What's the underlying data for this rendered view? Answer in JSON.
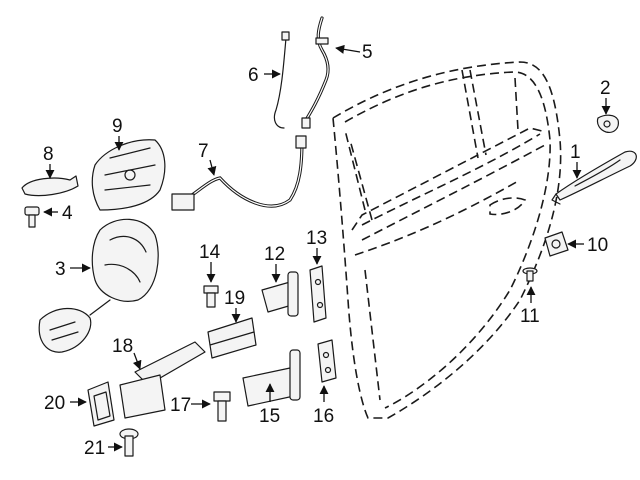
{
  "callouts": [
    "1",
    "2",
    "3",
    "4",
    "5",
    "6",
    "7",
    "8",
    "9",
    "10",
    "11",
    "12",
    "13",
    "14",
    "15",
    "16",
    "17",
    "18",
    "19",
    "20",
    "21"
  ],
  "colors": {
    "line": "#1a1a1a",
    "background": "#ffffff"
  }
}
